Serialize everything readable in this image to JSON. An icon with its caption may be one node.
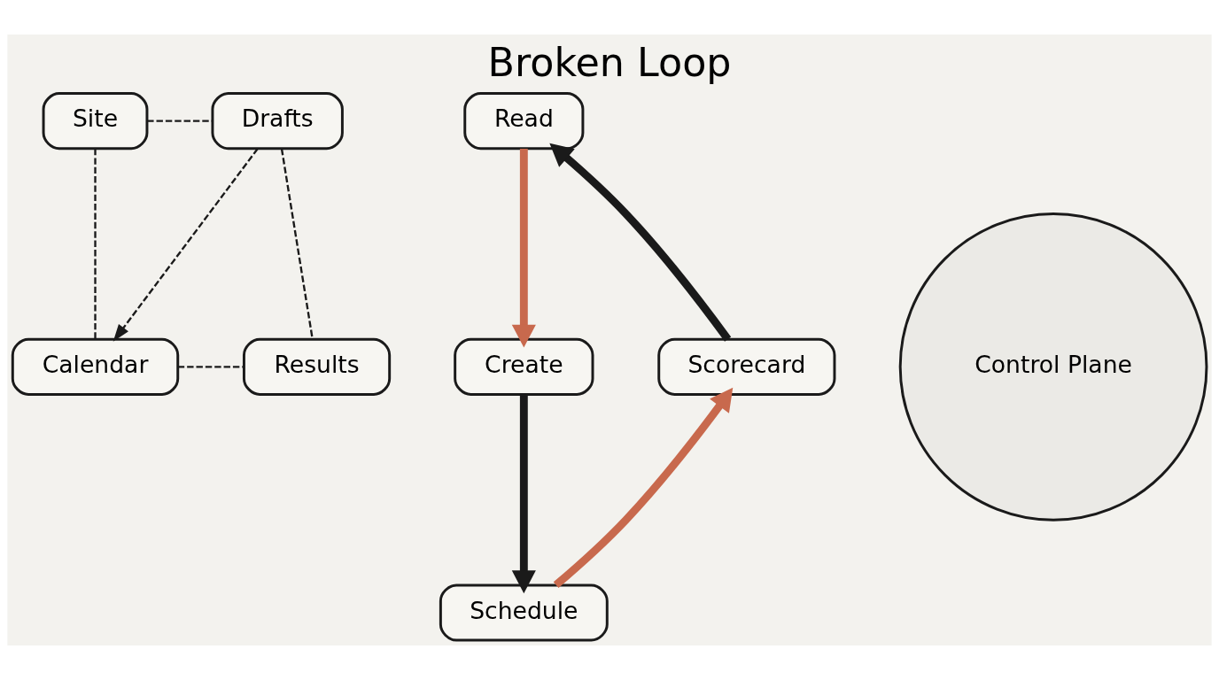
{
  "diagram": {
    "title": "Broken Loop",
    "nodes": [
      {
        "text": [
          "Site"
        ]
      },
      {
        "text": [
          "Drafts"
        ]
      },
      {
        "text": [
          "Calendar"
        ]
      },
      {
        "text": [
          "Results"
        ]
      },
      {
        "text": [
          "Read"
        ]
      },
      {
        "text": [
          "Scorecard"
        ]
      },
      {
        "text": [
          "Control Plane"
        ]
      },
      {
        "text": [
          "Create"
        ]
      },
      {
        "text": [
          "Schedule"
        ]
      }
    ],
    "edges": [
      {
        "from": 0,
        "to": 1,
        "arrow": "none",
        "style": "dashed"
      },
      {
        "from": 0,
        "to": 2,
        "arrow": "none",
        "style": "dashed"
      },
      {
        "from": 1,
        "to": 2,
        "arrow": "to",
        "style": "dashed"
      },
      {
        "from": 1,
        "to": 3,
        "arrow": "none",
        "style": "dashed"
      },
      {
        "from": 2,
        "to": 3,
        "arrow": "none",
        "style": "dashed"
      },
      {
        "from": 4,
        "to": 7,
        "arrow": "to",
        "style": "thick",
        "color": "#c8694d"
      },
      {
        "from": 7,
        "to": 8,
        "arrow": "to",
        "style": "thick"
      },
      {
        "from": 8,
        "to": 5,
        "arrow": "to",
        "style": "thick",
        "color": "#c8694d"
      },
      {
        "from": 5,
        "to": 4,
        "arrow": "to",
        "style": "thick"
      }
    ]
  }
}
